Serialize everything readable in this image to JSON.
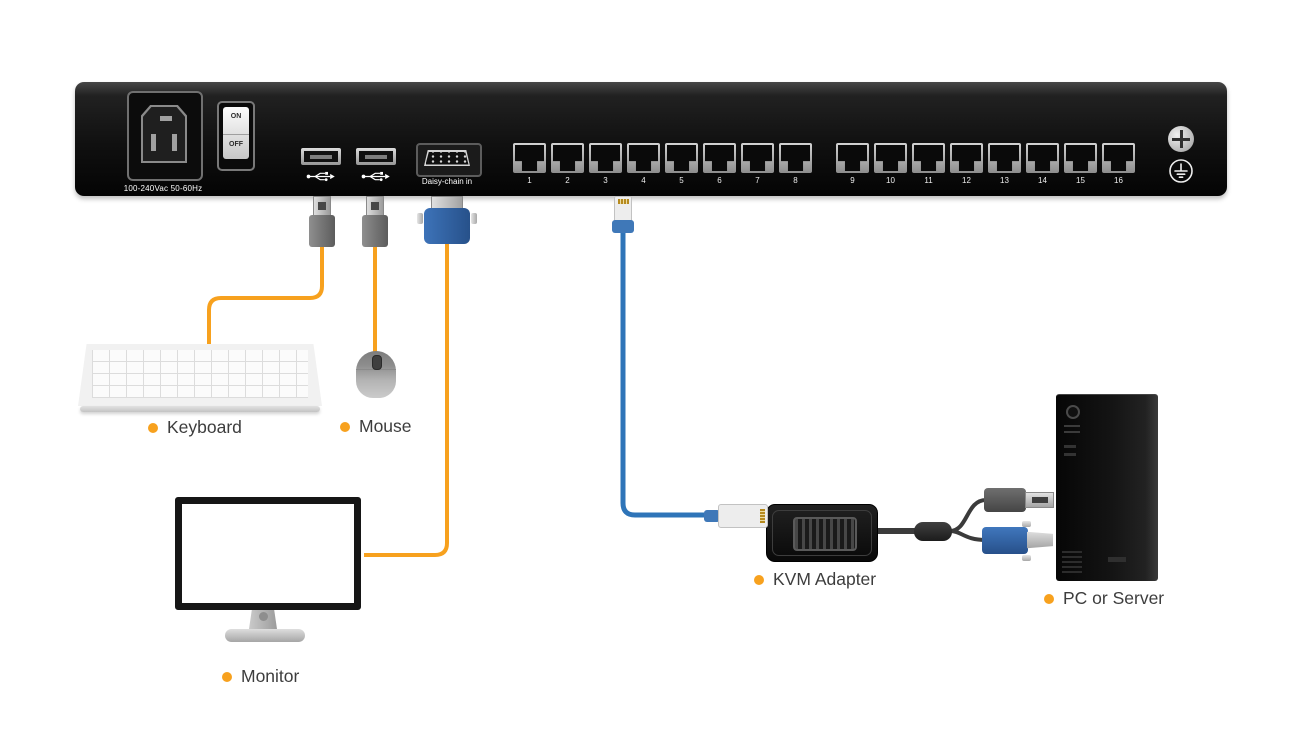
{
  "device": {
    "power_rating_label": "100-240Vac 50-60Hz",
    "switch": {
      "on": "ON",
      "off": "OFF"
    },
    "daisy_chain_label": "Daisy-chain in",
    "port_numbers": [
      "1",
      "2",
      "3",
      "4",
      "5",
      "6",
      "7",
      "8",
      "9",
      "10",
      "11",
      "12",
      "13",
      "14",
      "15",
      "16"
    ]
  },
  "labels": {
    "keyboard": "Keyboard",
    "mouse": "Mouse",
    "monitor": "Monitor",
    "kvm_adapter": "KVM Adapter",
    "pc_or_server": "PC or Server"
  },
  "colors": {
    "accent_orange": "#F7A11E",
    "cable_blue": "#2E74B8",
    "panel_black": "#141414"
  }
}
